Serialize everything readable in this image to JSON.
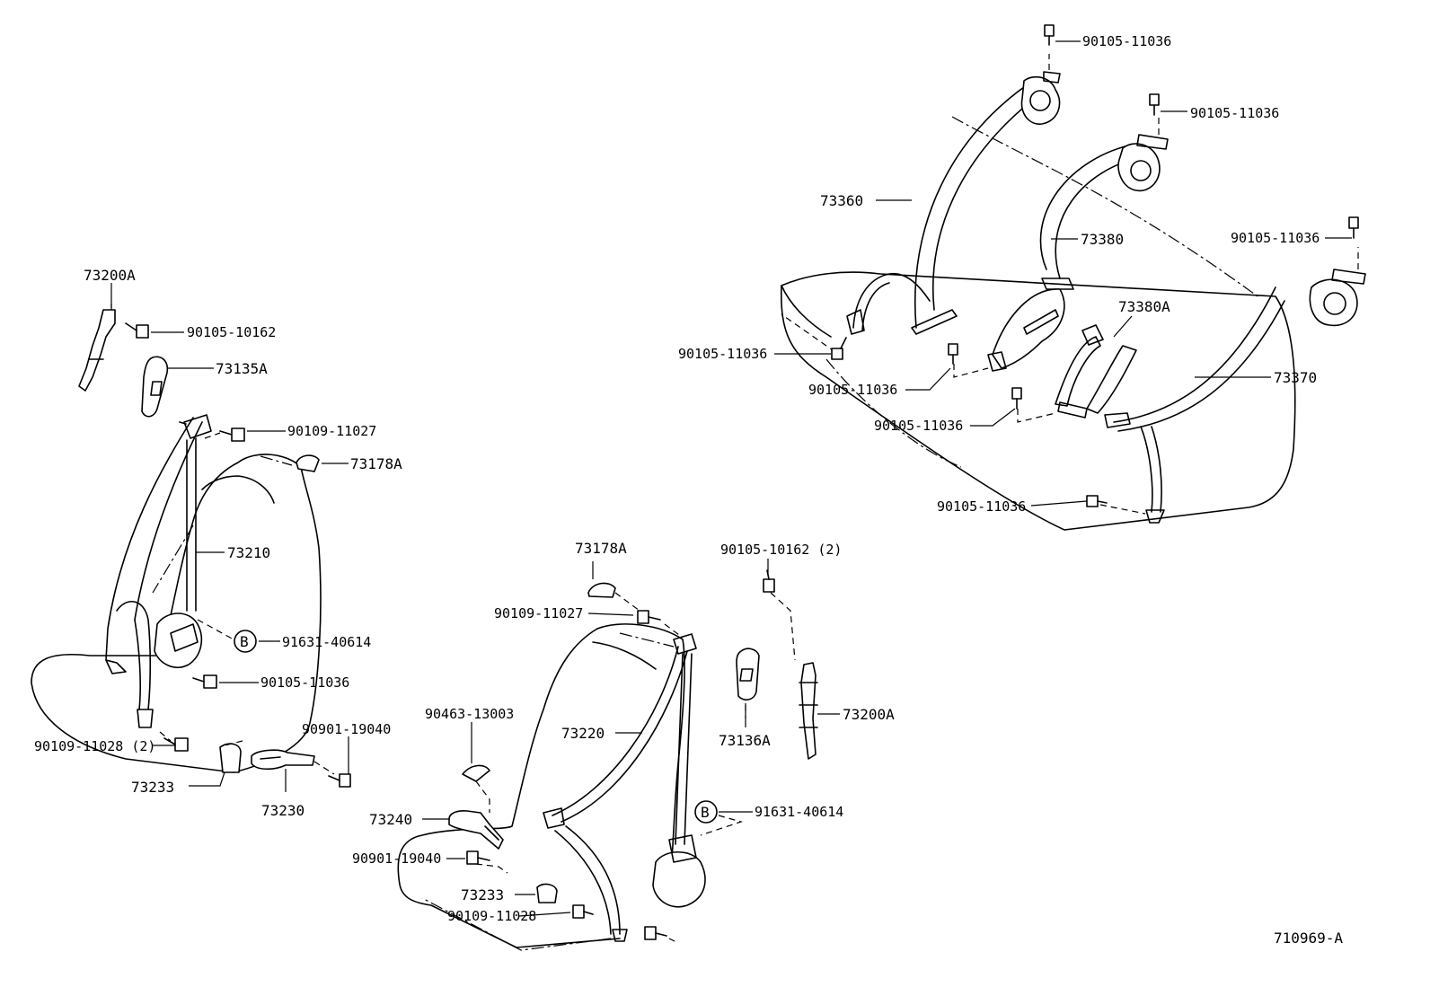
{
  "diagram_id": "710969-A",
  "labels": {
    "rear_top_bolt": "90105-11036",
    "rear_mid_bolt": "90105-11036",
    "rear_right_bolt": "90105-11036",
    "rear_73360": "73360",
    "rear_73380": "73380",
    "rear_73380a": "73380A",
    "rear_73370": "73370",
    "rear_left_bolt": "90105-11036",
    "rear_center_bolt_1": "90105-11036",
    "rear_center_bolt_2": "90105-11036",
    "rear_bottom_bolt": "90105-11036",
    "left_73200a": "73200A",
    "left_90105_10162": "90105-10162",
    "left_73135a": "73135A",
    "left_90109_11027": "90109-11027",
    "left_73178a": "73178A",
    "left_73210": "73210",
    "left_marker_b": "B",
    "left_91631_40614": "91631-40614",
    "left_90105_11036": "90105-11036",
    "left_90901_19040": "90901-19040",
    "left_90109_11028": "90109-11028 (2)",
    "left_73233": "73233",
    "left_73230": "73230",
    "right_73178a": "73178A",
    "right_90105_10162": "90105-10162 (2)",
    "right_90109_11027": "90109-11027",
    "right_90463_13003": "90463-13003",
    "right_73220": "73220",
    "right_73136a": "73136A",
    "right_73200a": "73200A",
    "right_marker_b": "B",
    "right_91631_40614": "91631-40614",
    "right_73240": "73240",
    "right_90901_19040": "90901-19040",
    "right_73233": "73233",
    "right_90109_11028": "90109-11028"
  }
}
